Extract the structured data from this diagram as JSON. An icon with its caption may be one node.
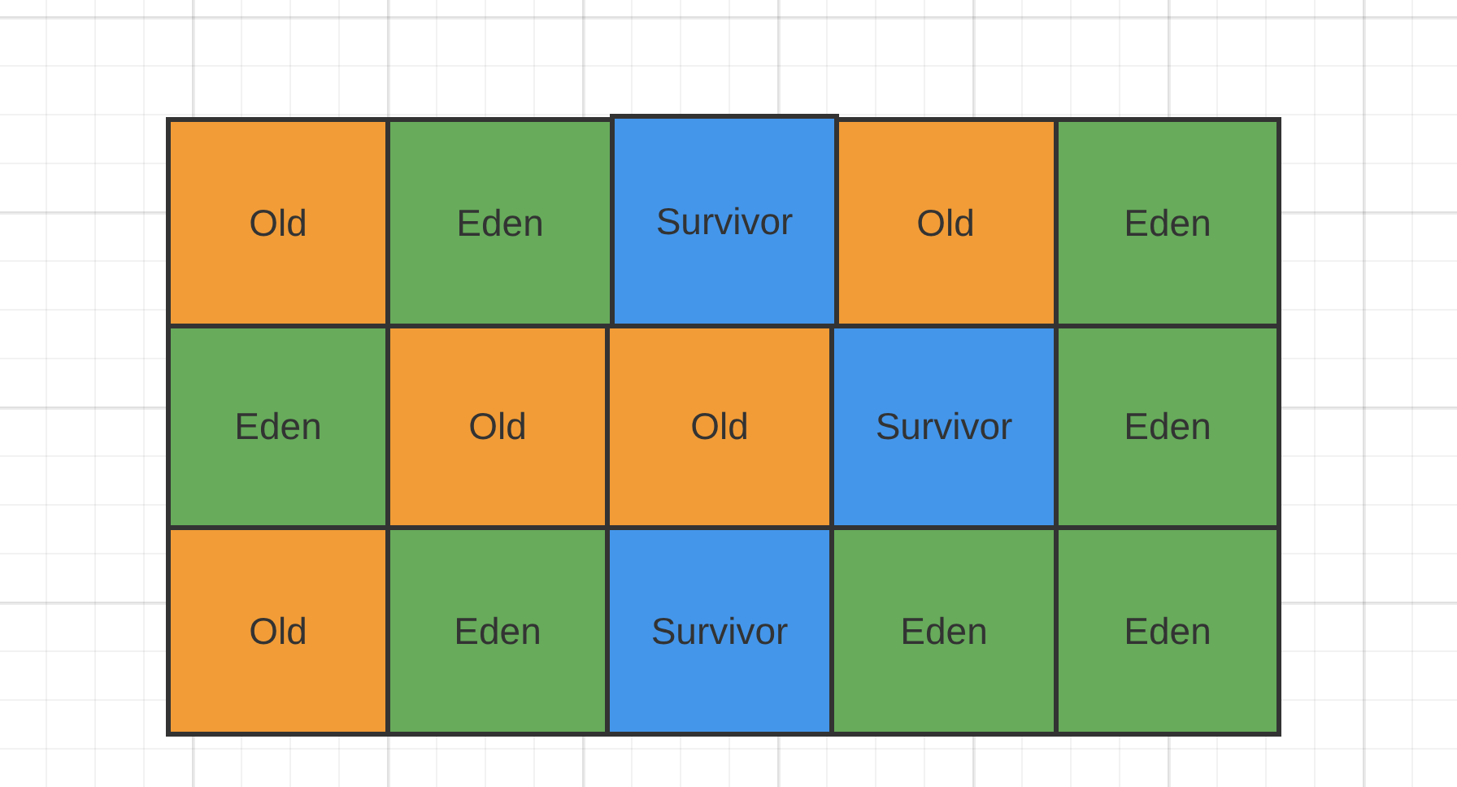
{
  "diagram": {
    "nodes": [
      {
        "text": [
          "Old"
        ]
      },
      {
        "text": [
          "Eden"
        ]
      },
      {
        "text": [
          "Survivor"
        ]
      },
      {
        "text": [
          "Old"
        ]
      },
      {
        "text": [
          "Eden"
        ]
      },
      {
        "text": [
          "Eden"
        ]
      },
      {
        "text": [
          "Old"
        ]
      },
      {
        "text": [
          "Old"
        ]
      },
      {
        "text": [
          "Survivor"
        ]
      },
      {
        "text": [
          "Eden"
        ]
      },
      {
        "text": [
          "Old"
        ]
      },
      {
        "text": [
          "Eden"
        ]
      },
      {
        "text": [
          "Survivor"
        ]
      },
      {
        "text": [
          "Eden"
        ]
      },
      {
        "text": [
          "Eden"
        ]
      }
    ]
  }
}
